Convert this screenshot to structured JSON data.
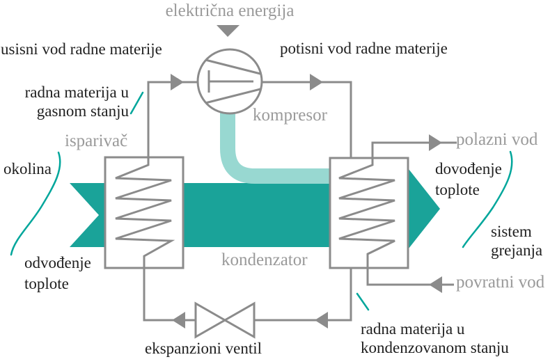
{
  "diagram": {
    "title": "heat pump schematic",
    "labels": {
      "electrical_energy": "električna energija",
      "suction_line": "usisni vod radne materije",
      "discharge_line": "potisni vod radne materije",
      "working_medium_gas": [
        "radna materija u",
        "gasnom stanju"
      ],
      "evaporator": "isparivač",
      "environment": "okolina",
      "compressor": "kompresor",
      "supply_line": "polazni vod",
      "heat_supply": [
        "dovođenje",
        "toplote"
      ],
      "heating_system": [
        "sistem",
        "grejanja"
      ],
      "return_line": "povratni vod",
      "condenser": "kondenzator",
      "heat_removal": [
        "odvođenje",
        "toplote"
      ],
      "expansion_valve": "ekspanzioni ventil",
      "working_medium_condensed": [
        "radna materija u",
        "kondenzovanom stanju"
      ]
    },
    "colors": {
      "heat_flow_arrow": "#1aa399",
      "hot_gas_pipe": "#98d8d1",
      "annotation": "#00a69b",
      "pipes": "#8b8b8b",
      "gray_label": "#9a9a9a",
      "black_label": "#1f1f1f",
      "background": "#ffffff"
    }
  }
}
